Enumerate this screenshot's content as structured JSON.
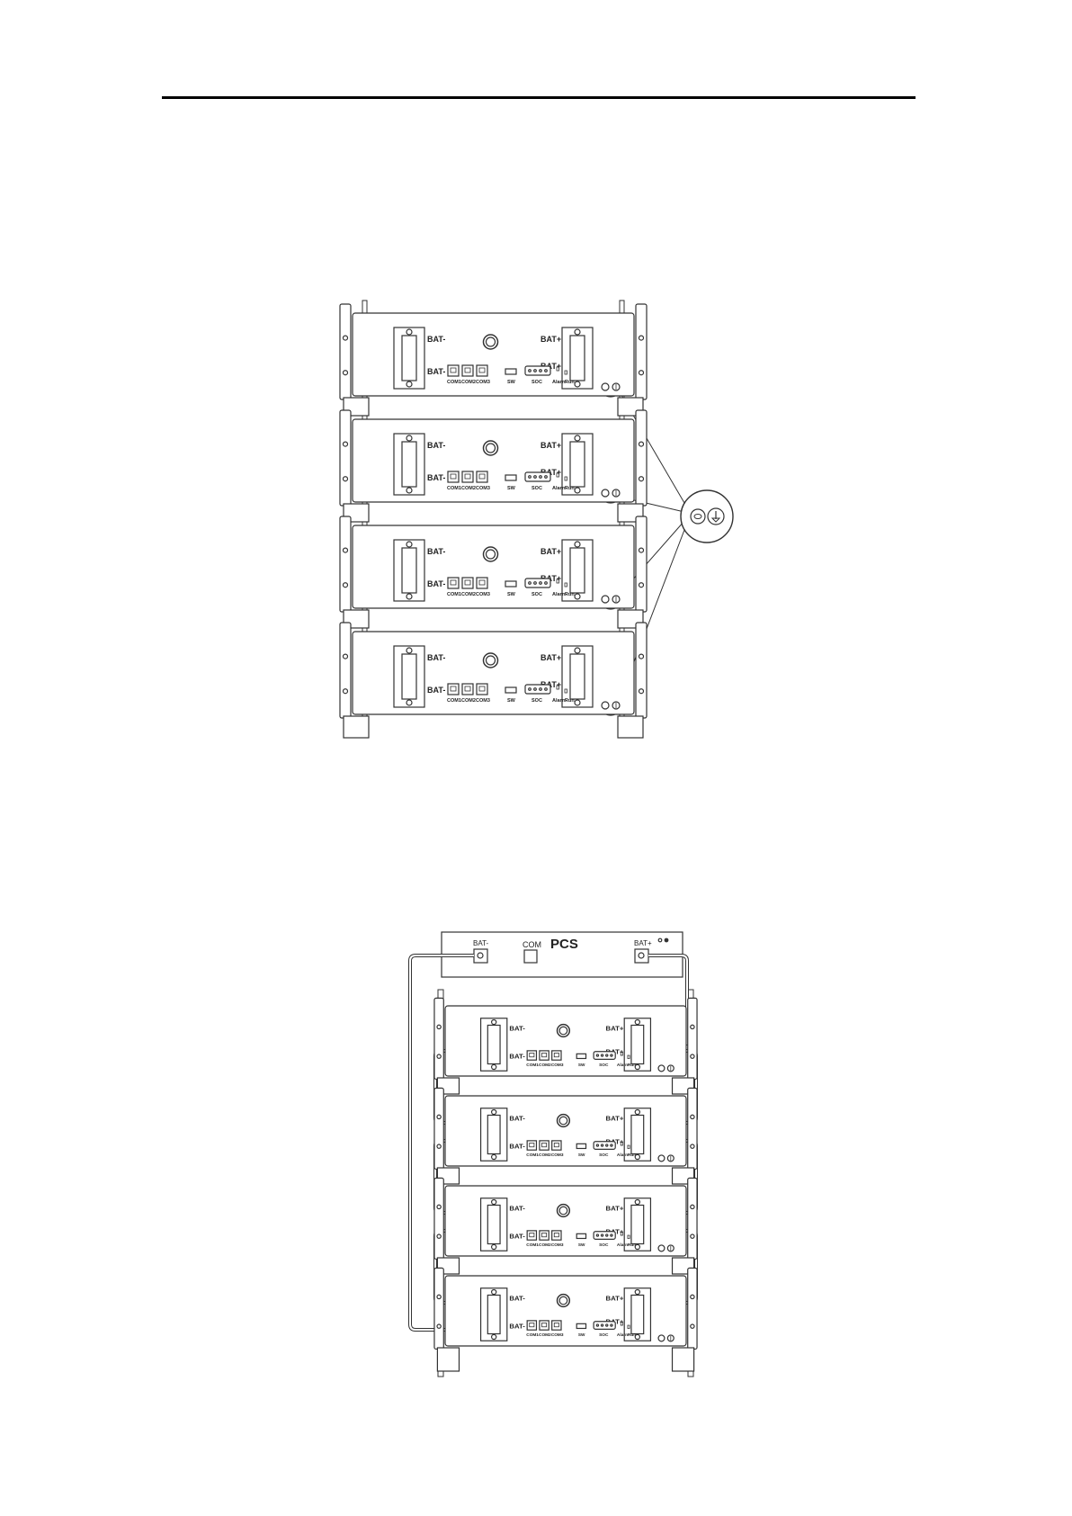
{
  "module_labels": {
    "bat_neg": "BAT-",
    "bat_pos": "BAT+",
    "com1": "COM1",
    "com2": "COM2",
    "com3": "COM3",
    "sw": "SW",
    "soc": "SOC",
    "alarm": "Alarm",
    "run": "Run"
  },
  "pcs": {
    "title": "PCS",
    "com": "COM",
    "bat_neg": "BAT-",
    "bat_pos": "BAT+"
  },
  "figures": [
    {
      "id": "grounding",
      "module_count": 4
    },
    {
      "id": "power-wiring",
      "module_count": 4
    }
  ],
  "colors": {
    "line": "#333333",
    "fill": "#ffffff",
    "pcs_title": "#999999"
  }
}
